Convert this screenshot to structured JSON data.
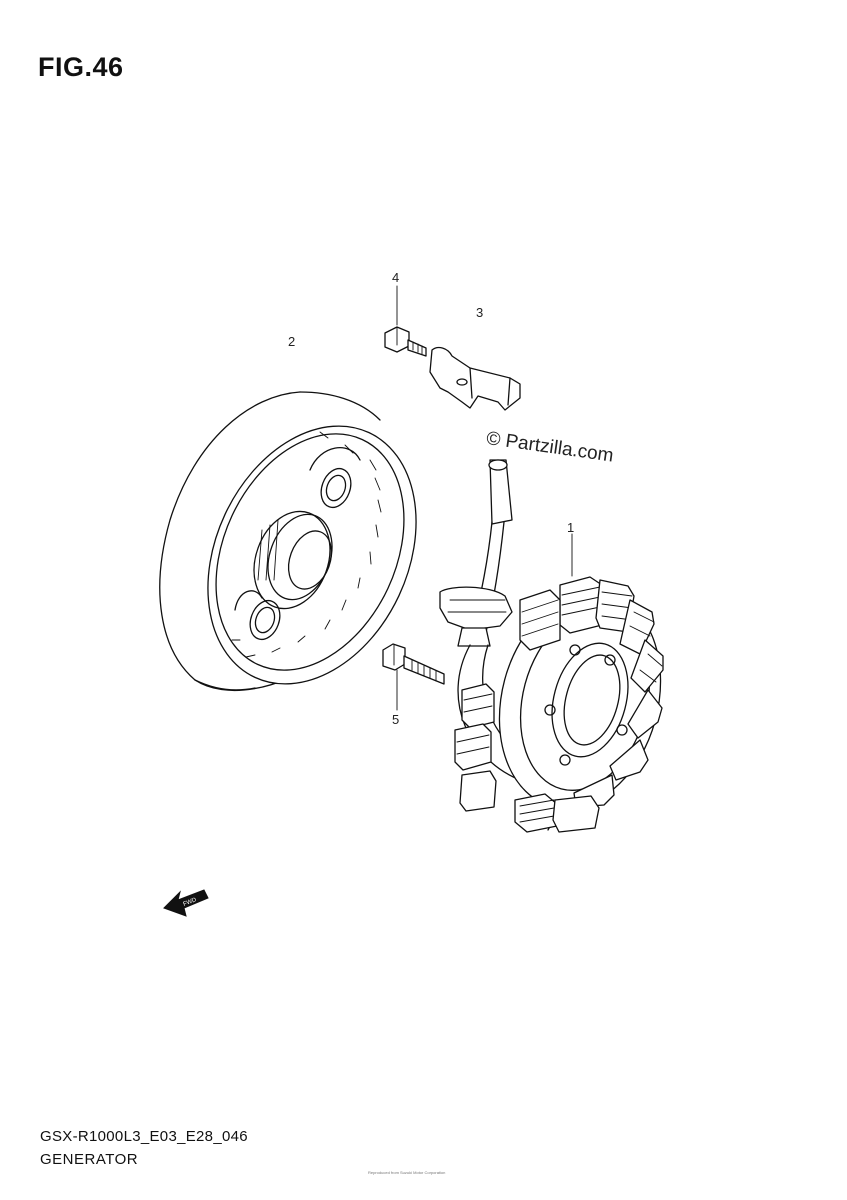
{
  "figure": {
    "title": "FIG.46"
  },
  "callouts": [
    {
      "id": "1",
      "label": "1"
    },
    {
      "id": "2",
      "label": "2"
    },
    {
      "id": "3",
      "label": "3"
    },
    {
      "id": "4",
      "label": "4"
    },
    {
      "id": "5",
      "label": "5"
    }
  ],
  "watermark": {
    "text": "© Partzilla.com"
  },
  "fwd_badge": {
    "label": "FWD"
  },
  "footer": {
    "code": "GSX-R1000L3_E03_E28_046",
    "name": "GENERATOR",
    "fineprint": "Reproduced from Suzuki Motor Corporation"
  },
  "parts": {
    "stator": "stator-coil",
    "rotor": "generator-rotor",
    "bracket": "wire-clamp-bracket",
    "bolt_top": "bracket-bolt",
    "bolt_stator": "stator-bolt"
  }
}
